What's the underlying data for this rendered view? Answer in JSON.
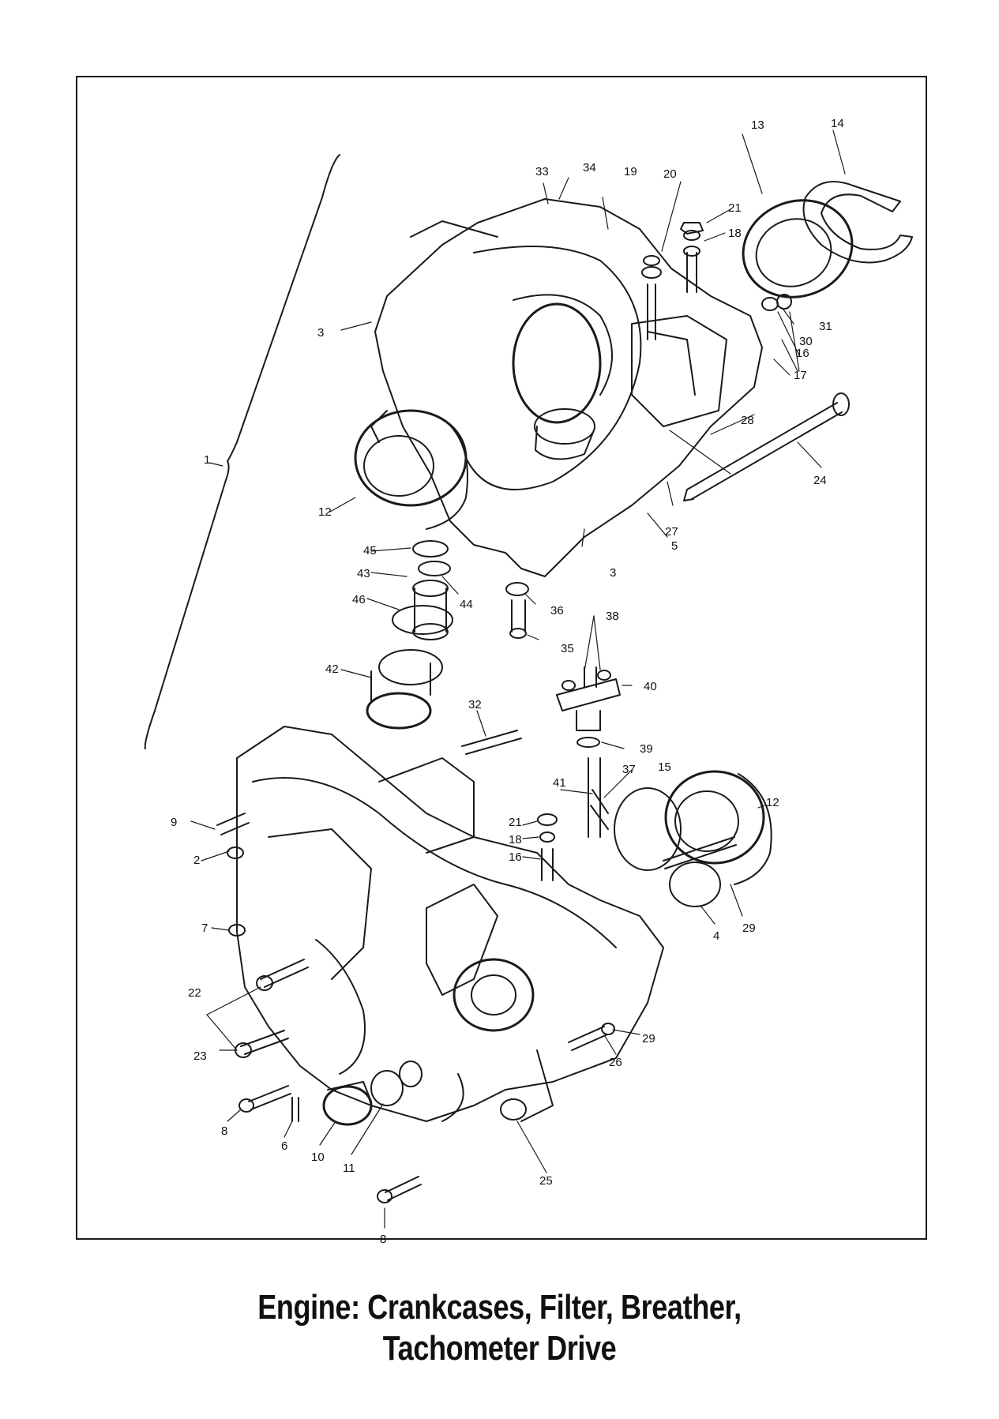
{
  "caption": {
    "line1": "Engine: Crankcases, Filter, Breather,",
    "line2": "Tachometer Drive"
  },
  "callouts": [
    {
      "id": "1",
      "text": "1"
    },
    {
      "id": "2",
      "text": "2"
    },
    {
      "id": "3a",
      "text": "3"
    },
    {
      "id": "3b",
      "text": "3"
    },
    {
      "id": "4",
      "text": "4"
    },
    {
      "id": "5",
      "text": "5"
    },
    {
      "id": "6",
      "text": "6"
    },
    {
      "id": "7",
      "text": "7"
    },
    {
      "id": "8a",
      "text": "8"
    },
    {
      "id": "8b",
      "text": "8"
    },
    {
      "id": "9",
      "text": "9"
    },
    {
      "id": "10",
      "text": "10"
    },
    {
      "id": "11",
      "text": "11"
    },
    {
      "id": "12a",
      "text": "12"
    },
    {
      "id": "12b",
      "text": "12"
    },
    {
      "id": "13",
      "text": "13"
    },
    {
      "id": "14",
      "text": "14"
    },
    {
      "id": "15",
      "text": "15"
    },
    {
      "id": "16a",
      "text": "16"
    },
    {
      "id": "16b",
      "text": "16"
    },
    {
      "id": "17",
      "text": "17"
    },
    {
      "id": "18a",
      "text": "18"
    },
    {
      "id": "18b",
      "text": "18"
    },
    {
      "id": "19",
      "text": "19"
    },
    {
      "id": "20",
      "text": "20"
    },
    {
      "id": "21a",
      "text": "21"
    },
    {
      "id": "21b",
      "text": "21"
    },
    {
      "id": "22",
      "text": "22"
    },
    {
      "id": "23",
      "text": "23"
    },
    {
      "id": "24",
      "text": "24"
    },
    {
      "id": "25",
      "text": "25"
    },
    {
      "id": "26",
      "text": "26"
    },
    {
      "id": "27",
      "text": "27"
    },
    {
      "id": "28",
      "text": "28"
    },
    {
      "id": "29a",
      "text": "29"
    },
    {
      "id": "29b",
      "text": "29"
    },
    {
      "id": "30",
      "text": "30"
    },
    {
      "id": "31",
      "text": "31"
    },
    {
      "id": "32",
      "text": "32"
    },
    {
      "id": "33",
      "text": "33"
    },
    {
      "id": "34",
      "text": "34"
    },
    {
      "id": "35",
      "text": "35"
    },
    {
      "id": "36",
      "text": "36"
    },
    {
      "id": "37",
      "text": "37"
    },
    {
      "id": "38",
      "text": "38"
    },
    {
      "id": "39",
      "text": "39"
    },
    {
      "id": "40",
      "text": "40"
    },
    {
      "id": "41",
      "text": "41"
    },
    {
      "id": "42",
      "text": "42"
    },
    {
      "id": "43",
      "text": "43"
    },
    {
      "id": "44",
      "text": "44"
    },
    {
      "id": "45",
      "text": "45"
    },
    {
      "id": "46",
      "text": "46"
    }
  ]
}
